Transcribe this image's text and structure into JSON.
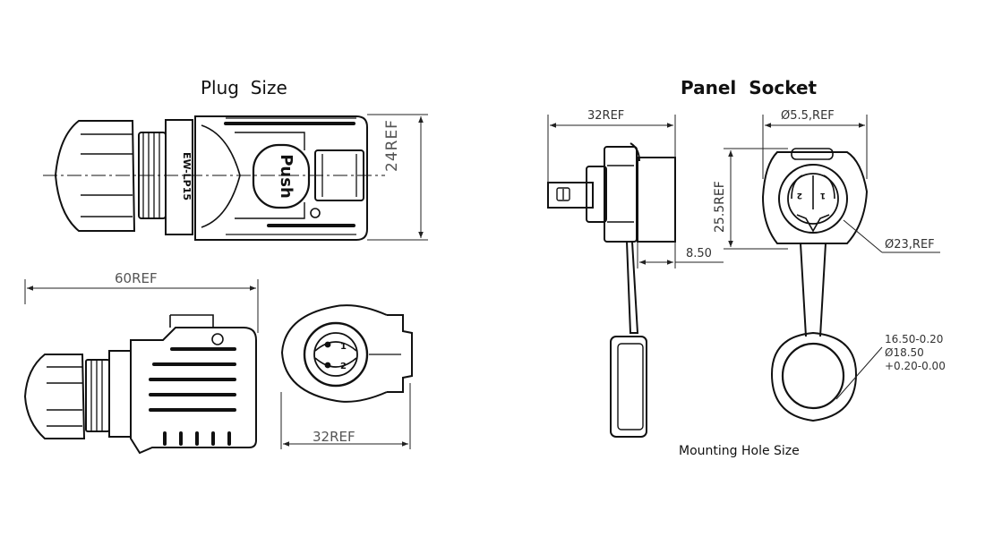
{
  "plug": {
    "title": "Plug  Size",
    "dim_height": "24REF",
    "dim_length": "60REF",
    "dim_front": "32REF",
    "body_label": "EW-LP15",
    "button_label": "Push",
    "pin_1": "1",
    "pin_2": "2"
  },
  "socket": {
    "title": "Panel  Socket",
    "dim_depth": "32REF",
    "dim_diameter_small": "Ø5.5,REF",
    "dim_height": "25.5REF",
    "dim_offset": "8.50",
    "dim_diameter_large": "Ø23,REF",
    "hole_line_1": "16.50-0.20",
    "hole_line_2": "Ø18.50",
    "hole_line_3": "+0.20-0.00",
    "pin_1": "1",
    "pin_2": "2",
    "caption": "Mounting Hole Size"
  }
}
